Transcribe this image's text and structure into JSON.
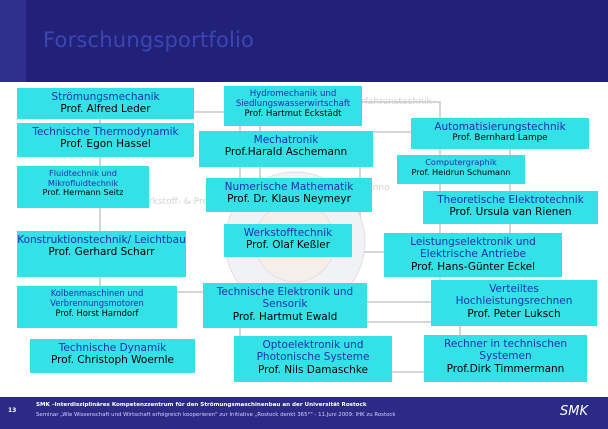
{
  "slide": {
    "title": "Forschungsportfolio",
    "footer_line1": "SMK –Interdisziplinäres Kompetenzzentrum für den Strömungsmaschinenbau an der Universität Rostock",
    "footer_line2": "Seminar „Wie Wissenschaft und Wirtschaft erfolgreich kooperieren\" zur Initiative „Rostock denkt 365°\" - 11.Juni 2009: IHK zu Rostock",
    "page_number": "13",
    "logo": "SMK"
  },
  "background_labels": {
    "a": "Werkstoff- & Prozesstechnik",
    "b": "Verfahrenstechnik",
    "c": "Inno"
  },
  "boxes": [
    {
      "topic": "Strömungsmechanik",
      "prof": "Prof. Alfred Leder"
    },
    {
      "topic": "Hydromechanik und Siedlungswasserwirtschaft",
      "prof": "Prof. Hartmut Eckstädt"
    },
    {
      "topic": "Technische Thermodynamik",
      "prof": "Prof. Egon Hassel"
    },
    {
      "topic": "Mechatronik",
      "prof": "Prof.Harald Aschemann"
    },
    {
      "topic": "Automatisierungstechnik",
      "prof": "Prof. Bernhard Lampe"
    },
    {
      "topic": "Computergraphik",
      "prof": "Prof. Heidrun Schumann"
    },
    {
      "topic": "Fluidtechnik und Mikrofluidtechnik",
      "prof": "Prof. Hermann Seitz"
    },
    {
      "topic": "Numerische Mathematik",
      "prof": "Prof. Dr. Klaus Neymeyr"
    },
    {
      "topic": "Theoretische Elektrotechnik",
      "prof": "Prof. Ursula van Rienen"
    },
    {
      "topic": "Konstruktionstechnik/ Leichtbau",
      "prof": "Prof. Gerhard Scharr"
    },
    {
      "topic": "Werkstofftechnik",
      "prof": "Prof. Olaf Keßler"
    },
    {
      "topic": "Leistungselektronik und Elektrische Antriebe",
      "prof": "Prof. Hans-Günter Eckel"
    },
    {
      "topic": "Kolbenmaschinen und Verbrennungsmotoren",
      "prof": "Prof. Horst Harndorf"
    },
    {
      "topic": "Technische Elektronik und Sensorik",
      "prof": "Prof. Hartmut Ewald"
    },
    {
      "topic": "Verteiltes Hochleistungsrechnen",
      "prof": "Prof. Peter Luksch"
    },
    {
      "topic": "Technische Dynamik",
      "prof": "Prof. Christoph Woernle"
    },
    {
      "topic": "Optoelektronik und Photonische Systeme",
      "prof": "Prof. Nils Damaschke"
    },
    {
      "topic": "Rechner in technischen Systemen",
      "prof": "Prof.Dirk Timmermann"
    }
  ],
  "colors": {
    "header": "#22217a",
    "box_fill": "#33e1e6",
    "topic_text": "#222fb0",
    "footer": "#2b2b85"
  }
}
